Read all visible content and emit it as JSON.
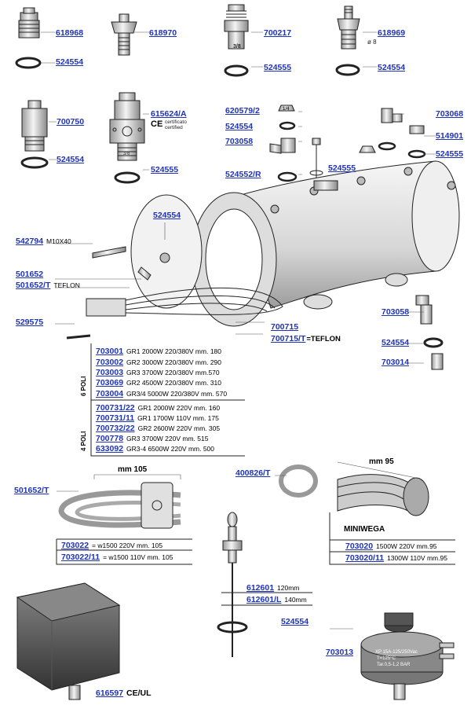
{
  "top_row": [
    {
      "code": "618968"
    },
    {
      "code": "618970"
    },
    {
      "code": "700217"
    },
    {
      "code": "618969"
    }
  ],
  "top_row_gasket": [
    "524554",
    "524555",
    "524554"
  ],
  "o8_label": "ø 8",
  "size_3_8": "3/8",
  "size_1_4": "1/4",
  "size_3_8b": "3/8",
  "valve_700750": "700750",
  "valve_700750_gasket": "524554",
  "valve_615624": "615624/A",
  "valve_615624_gasket": "524555",
  "ce_mark": "CE",
  "ce_text": [
    "certificato",
    "certified"
  ],
  "boiler_labels": [
    {
      "code": "620579/2"
    },
    {
      "code": "524554"
    },
    {
      "code": "703058"
    },
    {
      "code": "524552/R"
    },
    {
      "code": "524555"
    },
    {
      "code": "703068"
    },
    {
      "code": "514901"
    },
    {
      "code": "524555"
    },
    {
      "code": "524554"
    },
    {
      "code": "542794",
      "desc": "M10X40"
    },
    {
      "code": "501652"
    },
    {
      "code": "501652/T",
      "desc": "TEFLON"
    },
    {
      "code": "529575"
    },
    {
      "code": "700715"
    },
    {
      "code": "700715/T",
      "desc": "=TEFLON"
    },
    {
      "code": "703058"
    },
    {
      "code": "524554"
    },
    {
      "code": "703014"
    }
  ],
  "group_6poli": "6 POLI",
  "group_4poli": "4 POLI",
  "rows_6poli": [
    {
      "code": "703001",
      "desc": "GR1 2000W 220/380V mm. 180"
    },
    {
      "code": "703002",
      "desc": "GR2 3000W 220/380V mm. 290"
    },
    {
      "code": "703003",
      "desc": "GR3 3700W 220/380V mm.570"
    },
    {
      "code": "703069",
      "desc": "GR2 4500W 220/380V mm. 310"
    },
    {
      "code": "703004",
      "desc": "GR3/4 5000W 220/380V mm. 570"
    }
  ],
  "rows_4poli": [
    {
      "code": "700731/22",
      "desc": "GR1 2000W 220V mm. 160"
    },
    {
      "code": "700731/11",
      "desc": "GR1 1700W 110V mm. 175"
    },
    {
      "code": "700732/22",
      "desc": "GR2 2600W 220V mm. 305"
    },
    {
      "code": "700778",
      "desc": "GR3 3700W 220V mm. 515"
    },
    {
      "code": "633092",
      "desc": "GR3-4 6500W 220V mm. 500"
    }
  ],
  "heater_left": {
    "label": "501652/T",
    "dim": "mm 105",
    "rows": [
      {
        "code": "703022",
        "desc": "= w1500 220V mm. 105"
      },
      {
        "code": "703022/11",
        "desc": "= w1500 110V mm. 105"
      }
    ]
  },
  "probe": {
    "rows": [
      {
        "code": "612601",
        "desc": "120mm"
      },
      {
        "code": "612601/L",
        "desc": "140mm"
      }
    ],
    "gasket": "524554"
  },
  "miniwega": {
    "gasket": "400826/T",
    "dim": "mm 95",
    "brand": "MINIWEGA",
    "rows": [
      {
        "code": "703020",
        "desc": "1500W 220V mm.95"
      },
      {
        "code": "703020/11",
        "desc": "1300W 110V mm.95"
      }
    ]
  },
  "pressostat": {
    "code": "616597",
    "desc": "CE/UL"
  },
  "thermostat": {
    "code": "703013",
    "text": [
      "XP 15A-125/250Vac",
      "T=125°C",
      "Tar.0,5-1,2 BAR"
    ]
  },
  "colors": {
    "link": "#1f33b8",
    "line": "#222222",
    "fill": "#e6e6e6"
  }
}
